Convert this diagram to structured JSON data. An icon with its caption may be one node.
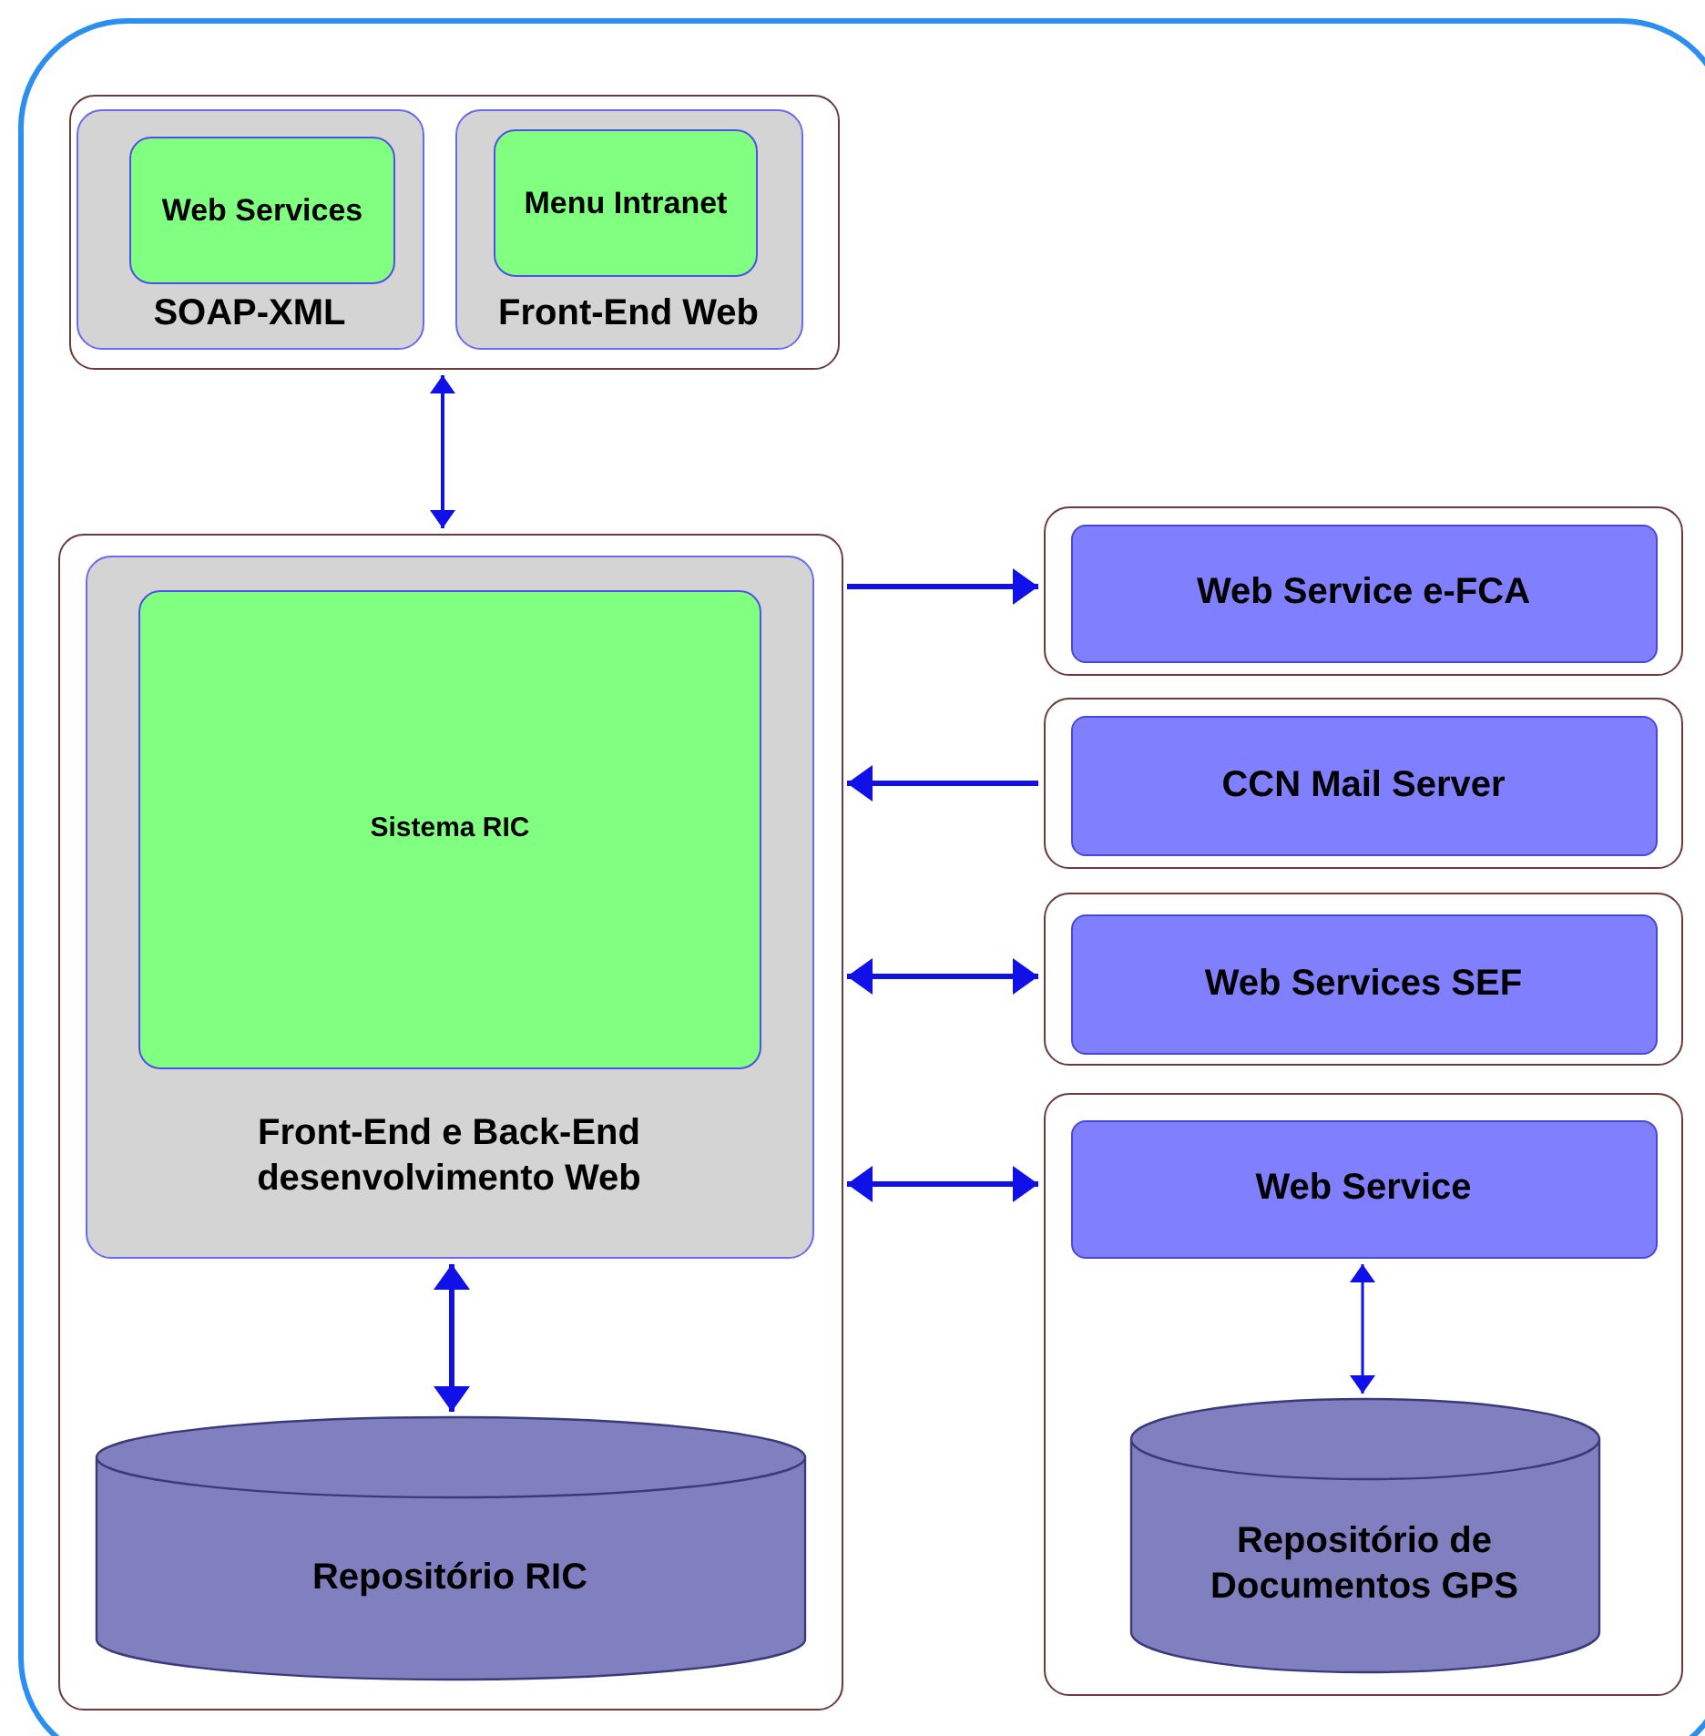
{
  "diagram": {
    "nodes": [
      {
        "text": [],
        "shape": "box"
      },
      {
        "text": [],
        "shape": "box",
        "in": 0
      },
      {
        "text": [
          "SOAP-XML"
        ],
        "in": 1
      },
      {
        "text": [
          "Web Services"
        ],
        "in": 2
      },
      {
        "text": [
          "Front-End Web"
        ],
        "in": 1
      },
      {
        "text": [
          "Menu Intranet"
        ],
        "in": 4
      },
      {
        "text": [],
        "shape": "box",
        "in": 0
      },
      {
        "text": [
          "Front-End e Back-End desenvolvimento Web"
        ],
        "in": 6
      },
      {
        "text": [
          "Sistema RIC"
        ],
        "in": 7
      },
      {
        "text": [
          "Repositório RIC"
        ],
        "in": 6
      },
      {
        "text": [],
        "shape": "box",
        "in": 0
      },
      {
        "text": [
          "Web Service e-FCA"
        ],
        "in": 10
      },
      {
        "text": [],
        "shape": "box",
        "in": 0
      },
      {
        "text": [
          "CCN Mail Server"
        ],
        "in": 12
      },
      {
        "text": [],
        "shape": "box",
        "in": 0
      },
      {
        "text": [
          "Web Services SEF"
        ],
        "in": 14
      },
      {
        "text": [],
        "shape": "box",
        "in": 0
      },
      {
        "text": [
          "Web Service"
        ],
        "in": 16
      },
      {
        "text": [
          "Repositório de Documentos GPS"
        ],
        "in": 16
      }
    ],
    "edges": [
      {
        "from": 1,
        "to": 6,
        "arrow": "both"
      },
      {
        "from": 6,
        "to": 10,
        "arrow": "to"
      },
      {
        "from": 12,
        "to": 6,
        "arrow": "to"
      },
      {
        "from": 6,
        "to": 14,
        "arrow": "both"
      },
      {
        "from": 6,
        "to": 16,
        "arrow": "both"
      },
      {
        "from": 7,
        "to": 9,
        "arrow": "both"
      },
      {
        "from": 17,
        "to": 18,
        "arrow": "both"
      }
    ]
  }
}
